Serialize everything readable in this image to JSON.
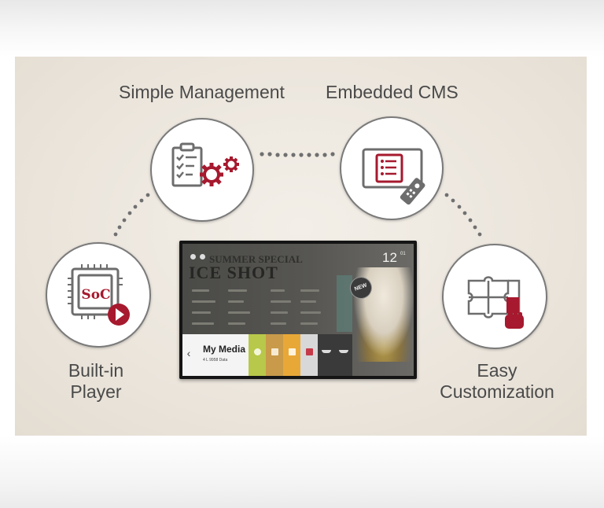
{
  "features": {
    "simple_management": "Simple Management",
    "embedded_cms": "Embedded CMS",
    "built_in_player": [
      "Built-in",
      "Player"
    ],
    "easy_customization": [
      "Easy",
      "Customization"
    ]
  },
  "icons": {
    "simple_management": "checklist-gears-icon",
    "embedded_cms": "monitor-remote-icon",
    "built_in_player": "soc-chip-play-icon",
    "easy_customization": "puzzle-hand-icon"
  },
  "soc_label": "SoC",
  "screen": {
    "promo_line": "SUMMER SPECIAL",
    "promo_title": "ICE SHOT",
    "clock": "12",
    "clock_minutes": "01",
    "new_badge": "NEW",
    "launcher_title": "My Media",
    "launcher_subtitle": "4 L 9958 Data"
  },
  "colors": {
    "accent": "#a6192e",
    "icon_gray": "#6d6d6d",
    "text": "#4a4a4a",
    "panel": "#ebe5dc",
    "connector": "#707070"
  }
}
